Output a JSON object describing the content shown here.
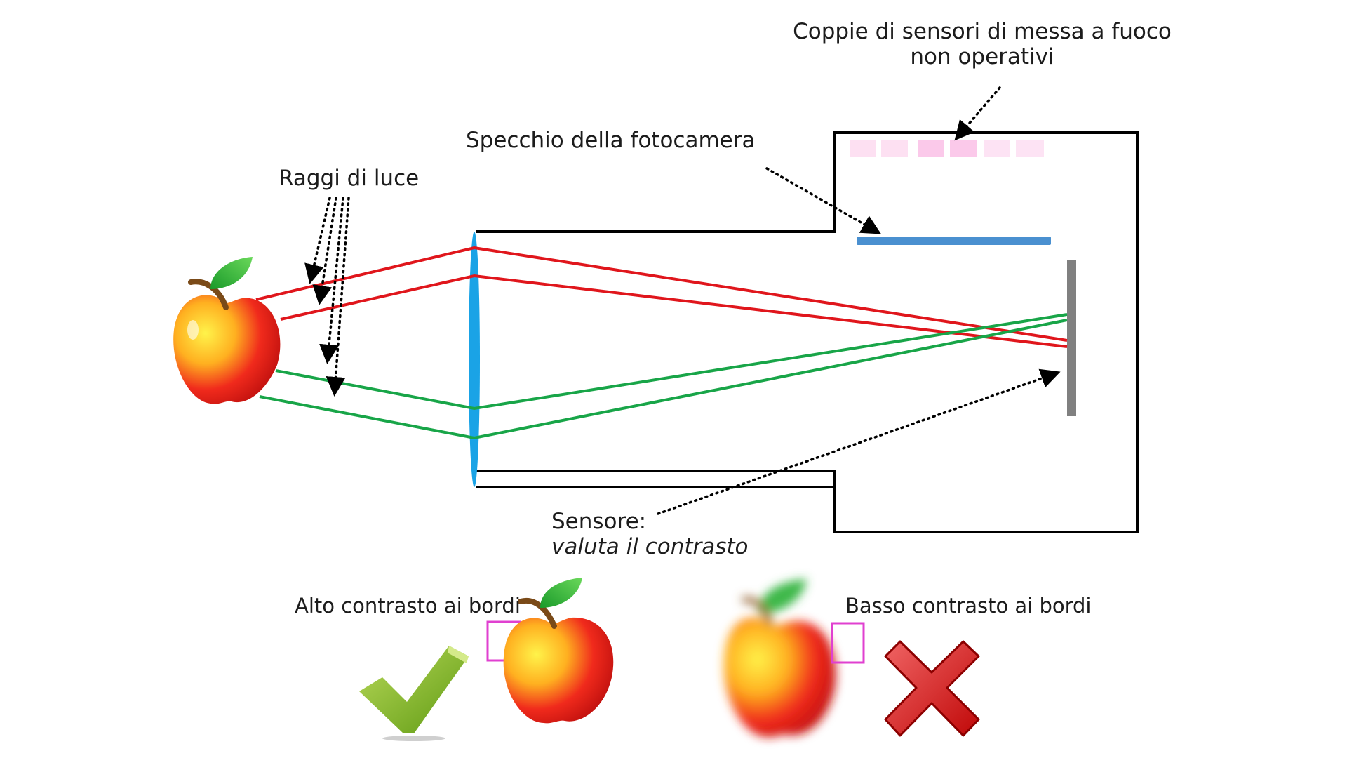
{
  "labels": {
    "focus_sensors_line1": "Coppie di sensori di messa a fuoco",
    "focus_sensors_line2": "non operativi",
    "mirror": "Specchio della fotocamera",
    "light_rays": "Raggi di luce",
    "sensor_line1": "Sensore:",
    "sensor_line2": "valuta il contrasto",
    "high_contrast": "Alto contrasto ai bordi",
    "low_contrast": "Basso contrasto ai bordi"
  },
  "icons": {
    "subject": "apple-icon",
    "sharp_result": "apple-sharp-icon",
    "blurred_result": "apple-blurred-icon",
    "good": "checkmark-icon",
    "bad": "cross-icon"
  },
  "colors": {
    "ray_top": "#e0161c",
    "ray_bottom": "#18a548",
    "lens": "#1aa3e6",
    "mirror": "#4a90d0",
    "sensor": "#808080",
    "af_sensors": "#fbcdea",
    "highlight_box": "#e040d0",
    "body_outline": "#000000"
  }
}
